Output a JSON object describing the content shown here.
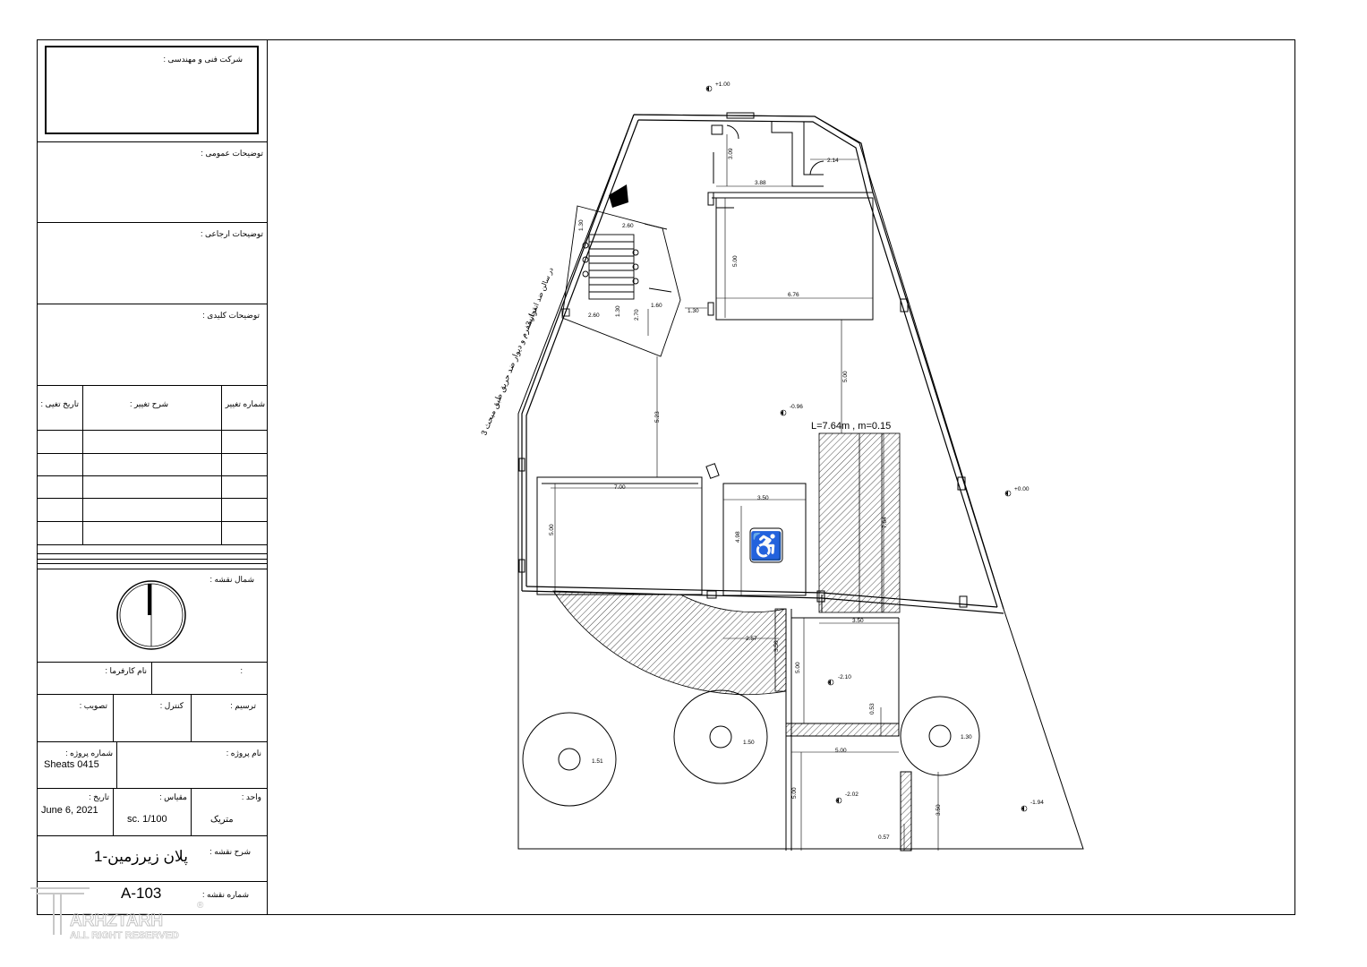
{
  "title_block": {
    "company_label": "شرکت فنی و مهندسی :",
    "general_notes_label": "توضیحات عمومی :",
    "reference_notes_label": "توضیحات ارجاعی :",
    "key_notes_label": "توضیحات کلیدی :",
    "revision_table": {
      "col_number": "شماره تغییر",
      "col_description": "شرح تغییر :",
      "col_date": "تاریخ تغیی :"
    },
    "north_label": "شمال نقشه :",
    "client_label": "نام کارفرما :",
    "client_colon": ":",
    "drawn_label": "ترسیم :",
    "checked_label": "کنترل :",
    "approved_label": "تصویب :",
    "project_name_label": "نام پروژه :",
    "project_number_label": "شماره پروژه :",
    "project_number_value": "Sheats 0415",
    "unit_label": "واحد :",
    "unit_value": "متریک",
    "scale_label": "مقیاس :",
    "scale_value": "sc. 1/100",
    "date_label": "تاریخ :",
    "date_value": "June 6, 2021",
    "sheet_desc_label": "شرح نقشه :",
    "sheet_desc_value": "پلان زیرزمین-1",
    "sheet_number_label": "شماره نقشه :",
    "sheet_number_value": "A-103"
  },
  "watermark": {
    "brand": "ARHZTARH",
    "tagline": "ALL RIGHT RESERVED",
    "mark": "®"
  },
  "plan": {
    "levels": {
      "top": "+1.00",
      "mid": "-0.96",
      "right": "+0.00",
      "center_low": "-2.10",
      "bottom_center": "-2.02",
      "bottom_right": "-1.94"
    },
    "wall_note_1": "ترانسفرم و دیوار ضد حریق طبق مبحث 3",
    "wall_note_2": "در سالن ضد انفجار 3",
    "ramp_note": "L=7.64m , m=0.15",
    "dims": {
      "d309": "3.09",
      "d214": "2.14",
      "d388": "3.88",
      "d130a": "1.30",
      "d260a": "2.60",
      "d500a": "5.00",
      "d676": "6.76",
      "d130b": "1.30",
      "d160": "1.60",
      "d130c": "1.30",
      "d270": "2.70",
      "d260b": "2.60",
      "d500b": "5.00",
      "d523": "5.23",
      "d700": "7.00",
      "d350a": "3.50",
      "d500c": "5.00",
      "d498": "4.98",
      "d764": "7.64",
      "d350b": "3.50",
      "d257": "2.57",
      "d350c": "3.50",
      "d500d": "5.00",
      "d053": "0.53",
      "d500e": "5.00",
      "d151": "1.51",
      "d150": "1.50",
      "d130d": "1.30",
      "d500f": "5.00",
      "d350d": "3.50",
      "d057": "0.57"
    }
  }
}
